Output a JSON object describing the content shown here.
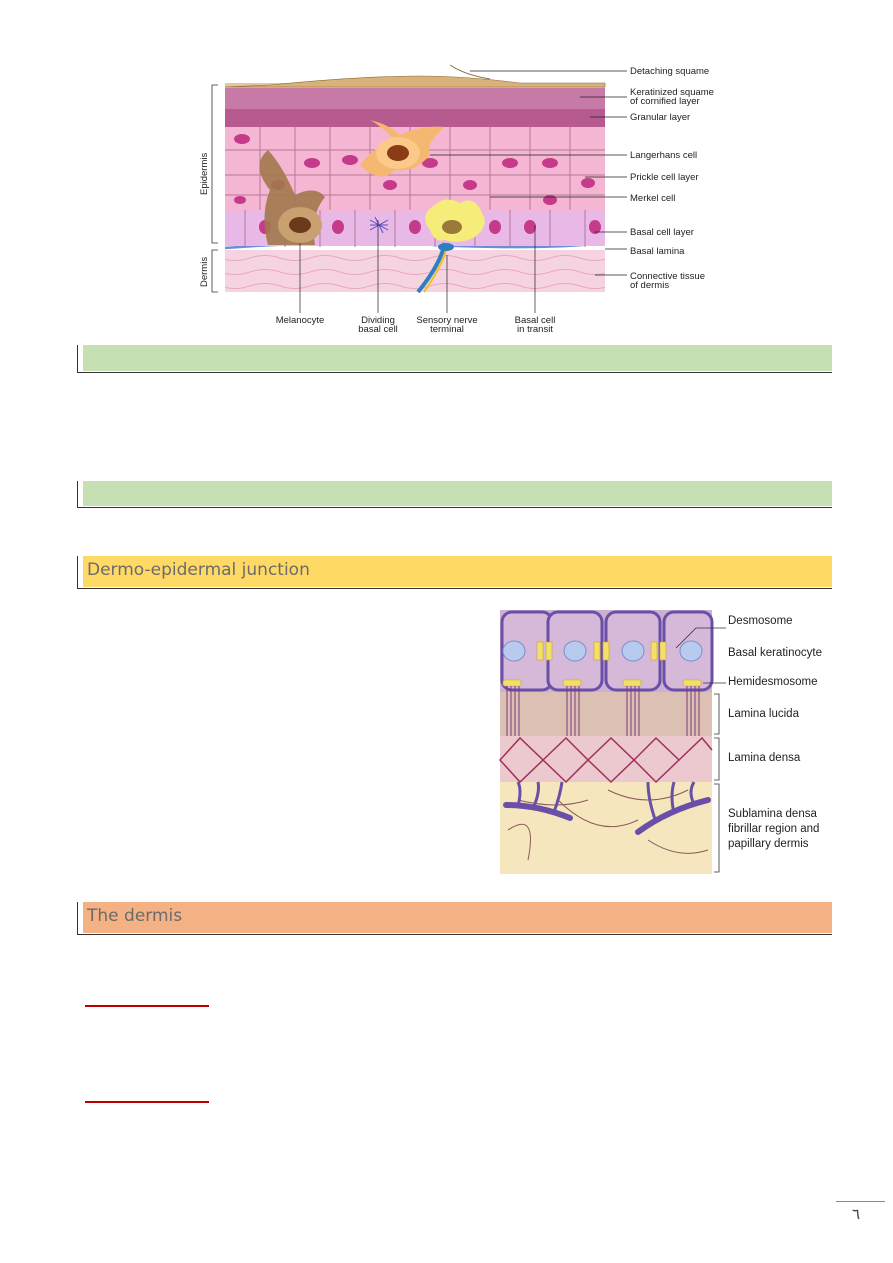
{
  "figure1": {
    "labels": {
      "detaching_squame": "Detaching squame",
      "keratinized_line1": "Keratinized squame",
      "keratinized_line2": "of cornified layer",
      "granular_layer": "Granular layer",
      "langerhans_cell": "Langerhans cell",
      "prickle_cell_layer": "Prickle cell layer",
      "merkel_cell": "Merkel cell",
      "basal_cell_layer": "Basal cell layer",
      "basal_lamina": "Basal lamina",
      "connective_line1": "Connective tissue",
      "connective_line2": "of dermis",
      "melanocyte": "Melanocyte",
      "dividing_line1": "Dividing",
      "dividing_line2": "basal cell",
      "sensory_line1": "Sensory nerve",
      "sensory_line2": "terminal",
      "basal_transit_line1": "Basal cell",
      "basal_transit_line2": "in transit",
      "epidermis": "Epidermis",
      "dermis": "Dermis"
    }
  },
  "sections": {
    "junction_title": "Dermo-epidermal junction",
    "dermis_title": "The dermis"
  },
  "figure2": {
    "labels": {
      "desmosome": "Desmosome",
      "basal_keratinocyte": "Basal keratinocyte",
      "hemidesmosome": "Hemidesmosome",
      "lamina_lucida": "Lamina lucida",
      "lamina_densa": "Lamina densa",
      "sublamina_line1": "Sublamina densa",
      "sublamina_line2": "fibrillar region and",
      "sublamina_line3": "papillary dermis"
    }
  },
  "colors": {
    "green_bar": "#c6e0b4",
    "yellow_bar": "#ffd966",
    "orange_bar": "#f4b183",
    "red_underline": "#c00000"
  },
  "page_number": "٦"
}
